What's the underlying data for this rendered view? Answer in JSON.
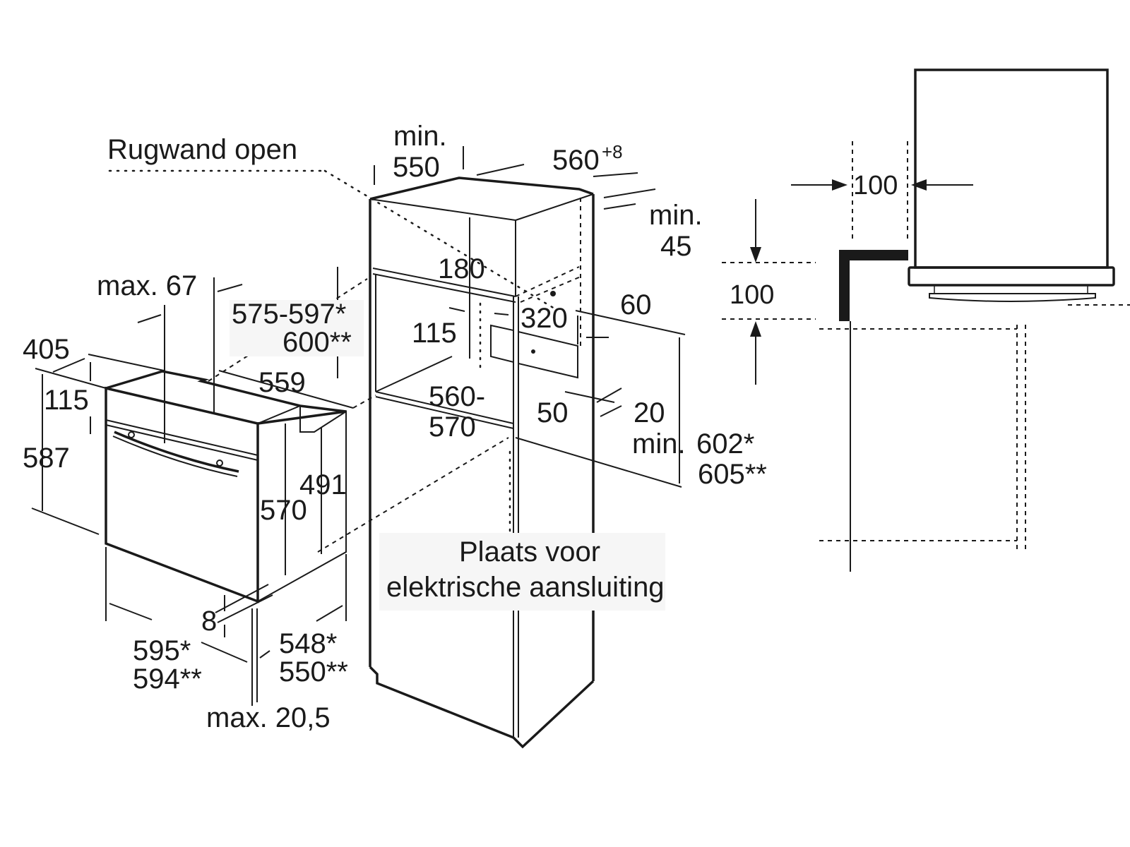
{
  "diagram": {
    "title": "Oven built-in installation dimensions (mm)",
    "notes": {
      "rear_wall": "Rugwand open",
      "electrical": [
        "Plaats voor",
        "elektrische aansluiting"
      ]
    },
    "oven_dimensions": {
      "control_panel_offset": "max. 67",
      "top_depth": "405",
      "panel_height": "115",
      "front_height": "587",
      "body_depth": "559",
      "body_height": "570",
      "rear_height": "491",
      "bottom_gap": "8",
      "width_star": "595*",
      "width_double_star": "594**",
      "depth_star": "548*",
      "depth_double_star": "550**",
      "door_thickness": "max. 20,5"
    },
    "cabinet_dimensions": {
      "min_depth_label": "min.",
      "min_depth_value": "550",
      "niche_width_base": "560",
      "niche_width_tolerance": "+8",
      "min_gap_label": "min.",
      "min_gap_value": "45",
      "vent_opening": "180",
      "niche_height_star": "575-597*",
      "niche_height_double_star": "600**",
      "connector_offset": "115",
      "connector_width": "320",
      "side_offset": "60",
      "inner_width_top": "560-",
      "inner_width_bottom": "570",
      "rear_gap": "50",
      "back_offset": "20",
      "min_height_label": "min.",
      "min_height_star": "602*",
      "min_height_double_star": "605**"
    },
    "side_view": {
      "horizontal_clearance": "100",
      "vertical_clearance": "100"
    }
  }
}
